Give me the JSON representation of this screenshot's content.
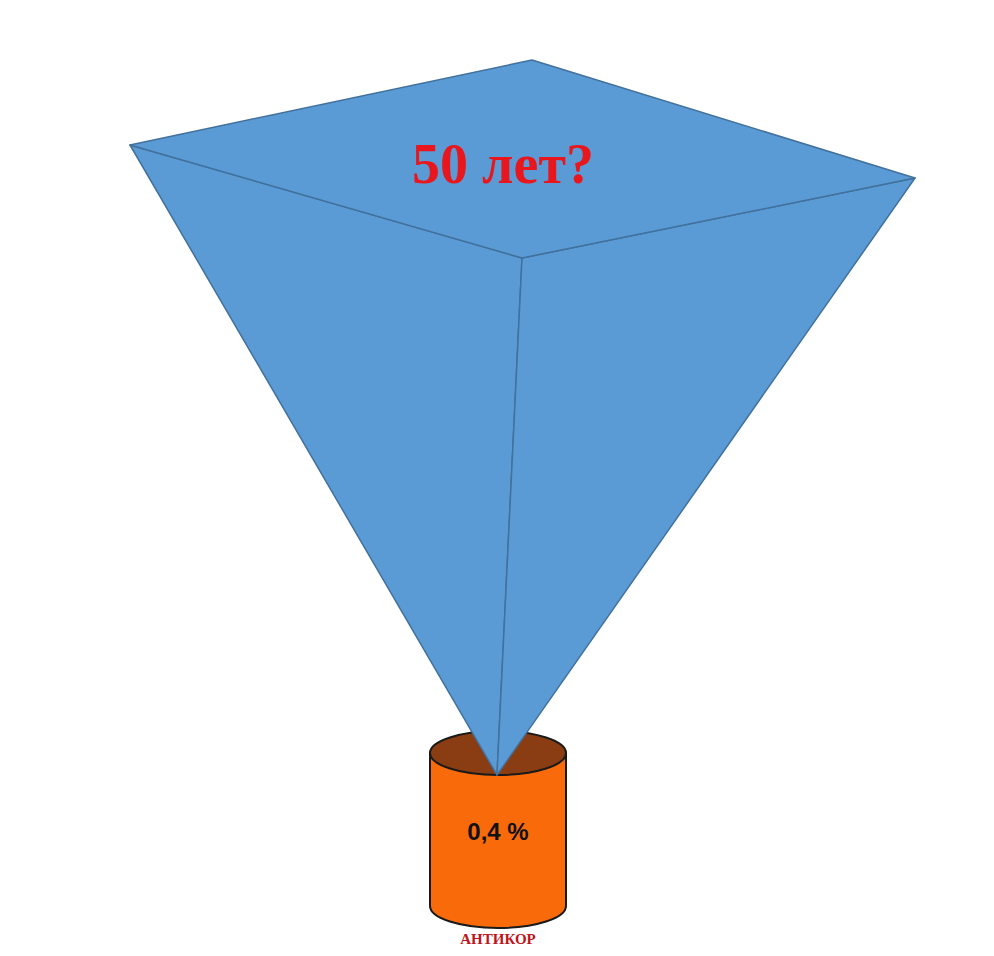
{
  "diagram": {
    "nodes": [
      {
        "text": [
          "50 лет?"
        ]
      },
      {
        "text": [
          "0,4 %",
          "АНТИКОР"
        ]
      }
    ]
  }
}
